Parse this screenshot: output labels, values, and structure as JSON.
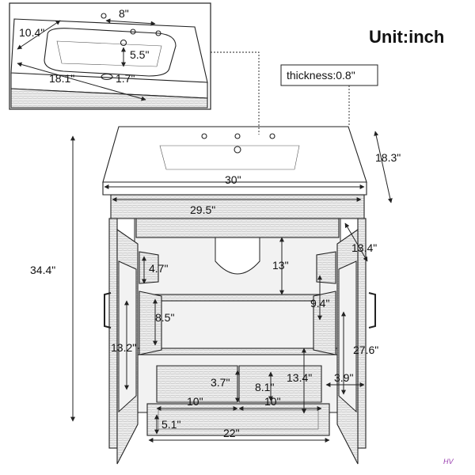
{
  "header": {
    "unit_title": "Unit:inch",
    "thickness": "thickness:0.8\""
  },
  "inset": {
    "faucet_spacing": "8\"",
    "basin_depth": "10.4\"",
    "basin_width": "18.1\"",
    "bowl_depth": "5.5\"",
    "drain": "1.7\""
  },
  "dimensions": {
    "top_width": "30\"",
    "top_depth": "18.3\"",
    "inner_width": "29.5\"",
    "total_height": "34.4\"",
    "cutout_depth": "13\"",
    "side_depth": "13.4\"",
    "shelf_gap": "4.7\"",
    "door_shelf_height": "9.4\"",
    "mid_height": "8.5\"",
    "door_height": "13.2\"",
    "cabinet_height": "27.6\"",
    "drawer_height": "3.7\"",
    "drawer_depth": "8.1\"",
    "drawer_inner_depth": "13.4\"",
    "door_depth": "3.9\"",
    "drawer_left_width": "10\"",
    "drawer_right_width": "10\"",
    "bottom_drawer_height": "5.1\"",
    "bottom_drawer_width": "22\""
  },
  "watermark": "HV"
}
